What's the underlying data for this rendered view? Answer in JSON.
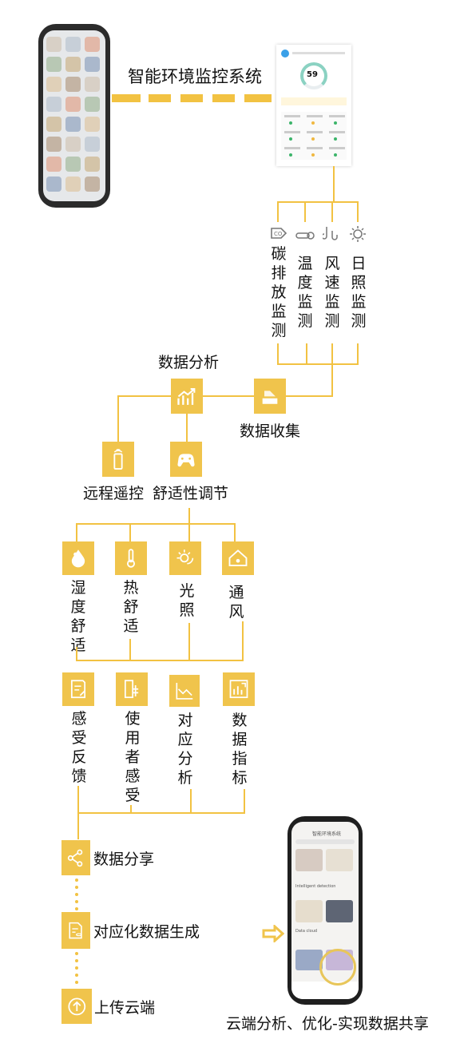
{
  "title": "智能环境监控系统",
  "monitoring": [
    {
      "label": "碳排放监测",
      "icon": "co2-icon"
    },
    {
      "label": "温度监测",
      "icon": "temperature-icon"
    },
    {
      "label": "风速监测",
      "icon": "wind-icon"
    },
    {
      "label": "日照监测",
      "icon": "sun-icon"
    }
  ],
  "data_analysis": "数据分析",
  "data_collection": "数据收集",
  "remote_control": "远程遥控",
  "comfort_adjust": "舒适性调节",
  "comfort_items": [
    {
      "label": "湿度舒适",
      "icon": "humidity-icon"
    },
    {
      "label": "热舒适",
      "icon": "thermometer-icon"
    },
    {
      "label": "光照",
      "icon": "light-icon"
    },
    {
      "label": "通风",
      "icon": "house-icon"
    }
  ],
  "feedback_items": [
    {
      "label": "感受反馈",
      "icon": "note-icon"
    },
    {
      "label": "使用者感受",
      "icon": "user-feel-icon"
    },
    {
      "label": "对应分析",
      "icon": "line-chart-icon"
    },
    {
      "label": "数据指标",
      "icon": "bar-chart-icon"
    }
  ],
  "share": "数据分享",
  "generate": "对应化数据生成",
  "upload": "上传云端",
  "cloud_caption": "云端分析、优化-实现数据共享",
  "dashboard": {
    "gauge_value": "59"
  },
  "right_phone": {
    "header": "智能环境系统",
    "section1": "Intelligent detection",
    "section2": "Data cloud"
  }
}
